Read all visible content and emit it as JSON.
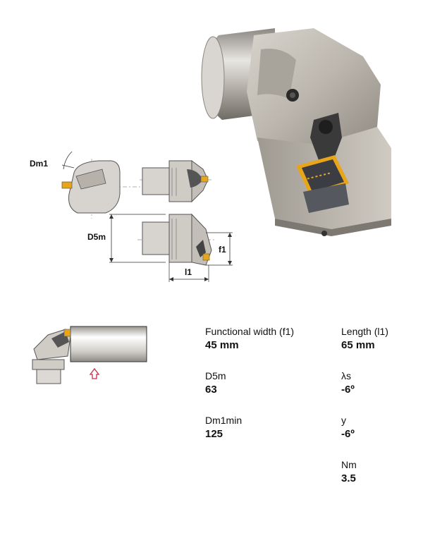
{
  "diagram": {
    "dm1_label": "Dm1",
    "d5m_label": "D5m",
    "f1_label": "f1",
    "l1_label": "l1"
  },
  "specs": [
    {
      "label": "Functional width (f1)",
      "value": "45 mm"
    },
    {
      "label": "Length (l1)",
      "value": "65 mm"
    },
    {
      "label": "D5m",
      "value": "63"
    },
    {
      "label": "λs",
      "value": "-6º"
    },
    {
      "label": "Dm1min",
      "value": "125"
    },
    {
      "label": "y",
      "value": "-6º"
    },
    {
      "label": "Nm",
      "value": "3.5"
    }
  ],
  "colors": {
    "insert_gold": "#e8a51a",
    "arrow_red": "#c0304a",
    "body_gray": "#c9c6c0"
  }
}
